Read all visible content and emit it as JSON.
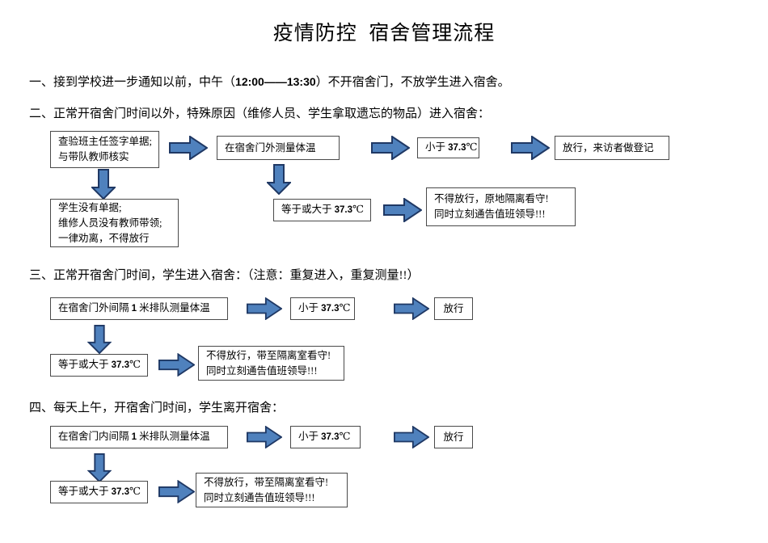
{
  "document": {
    "title": "疫情防控  宿舍管理流程"
  },
  "colors": {
    "arrow_fill": "#4f81bd",
    "arrow_stroke": "#1f3864",
    "box_border": "#4a4a4a",
    "text": "#000000",
    "background": "#ffffff"
  },
  "sections": [
    {
      "id": "section-1",
      "heading_prefix": "一、",
      "text_before": "接到学校进一步通知以前，中午（",
      "time_range": "12:00——13:30",
      "text_after": "）不开宿舍门，不放学生进入宿舍。"
    },
    {
      "id": "section-2",
      "heading_prefix": "二、",
      "text": "正常开宿舍门时间以外，特殊原因（维修人员、学生拿取遗忘的物品）进入宿舍："
    },
    {
      "id": "section-3",
      "heading_prefix": "三、",
      "text": "正常开宿舍门时间，学生进入宿舍：（注意：重复进入，重复测量!!）"
    },
    {
      "id": "section-4",
      "heading_prefix": "四、",
      "text": "每天上午，开宿舍门时间，学生离开宿舍："
    }
  ],
  "flow_section_2": {
    "box_check_slip": {
      "line1": "查验班主任签字单据;",
      "line2": "与带队教师核实"
    },
    "box_measure_outside": {
      "line1": "在宿舍门外测量体温"
    },
    "box_less_than": {
      "prefix": "小于 ",
      "value": "37.3",
      "unit": "℃"
    },
    "box_pass_register": {
      "line1": "放行，来访者做登记"
    },
    "box_no_slip": {
      "line1": "学生没有单据;",
      "line2": "维修人员没有教师带领;",
      "line3": "一律劝离，不得放行"
    },
    "box_equal_or_greater": {
      "prefix": "等于或大于 ",
      "value": "37.3",
      "unit": "℃"
    },
    "box_deny_isolate": {
      "line1": "不得放行，原地隔离看守!",
      "line2": "同时立刻通告值班领导!!!"
    }
  },
  "flow_section_3": {
    "box_queue_outside": {
      "prefix": "在宿舍门外间隔 ",
      "value": "1",
      "suffix": " 米排队测量体温"
    },
    "box_less_than": {
      "prefix": "小于 ",
      "value": "37.3",
      "unit": "℃"
    },
    "box_pass": {
      "line1": "放行"
    },
    "box_equal_or_greater": {
      "prefix": "等于或大于 ",
      "value": "37.3",
      "unit": "℃"
    },
    "box_deny_isolation_room": {
      "line1": "不得放行，带至隔离室看守!",
      "line2": "同时立刻通告值班领导!!!"
    }
  },
  "flow_section_4": {
    "box_queue_inside": {
      "prefix": "在宿舍门内间隔 ",
      "value": "1",
      "suffix": " 米排队测量体温"
    },
    "box_less_than": {
      "prefix": "小于 ",
      "value": "37.3",
      "unit": "℃"
    },
    "box_pass": {
      "line1": "放行"
    },
    "box_equal_or_greater": {
      "prefix": "等于或大于 ",
      "value": "37.3",
      "unit": "℃"
    },
    "box_deny_isolation_room": {
      "line1": "不得放行，带至隔离室看守!",
      "line2": "同时立刻通告值班领导!!!"
    }
  },
  "arrows": {
    "right_icon": "arrow-right-icon",
    "down_icon": "arrow-down-icon"
  }
}
